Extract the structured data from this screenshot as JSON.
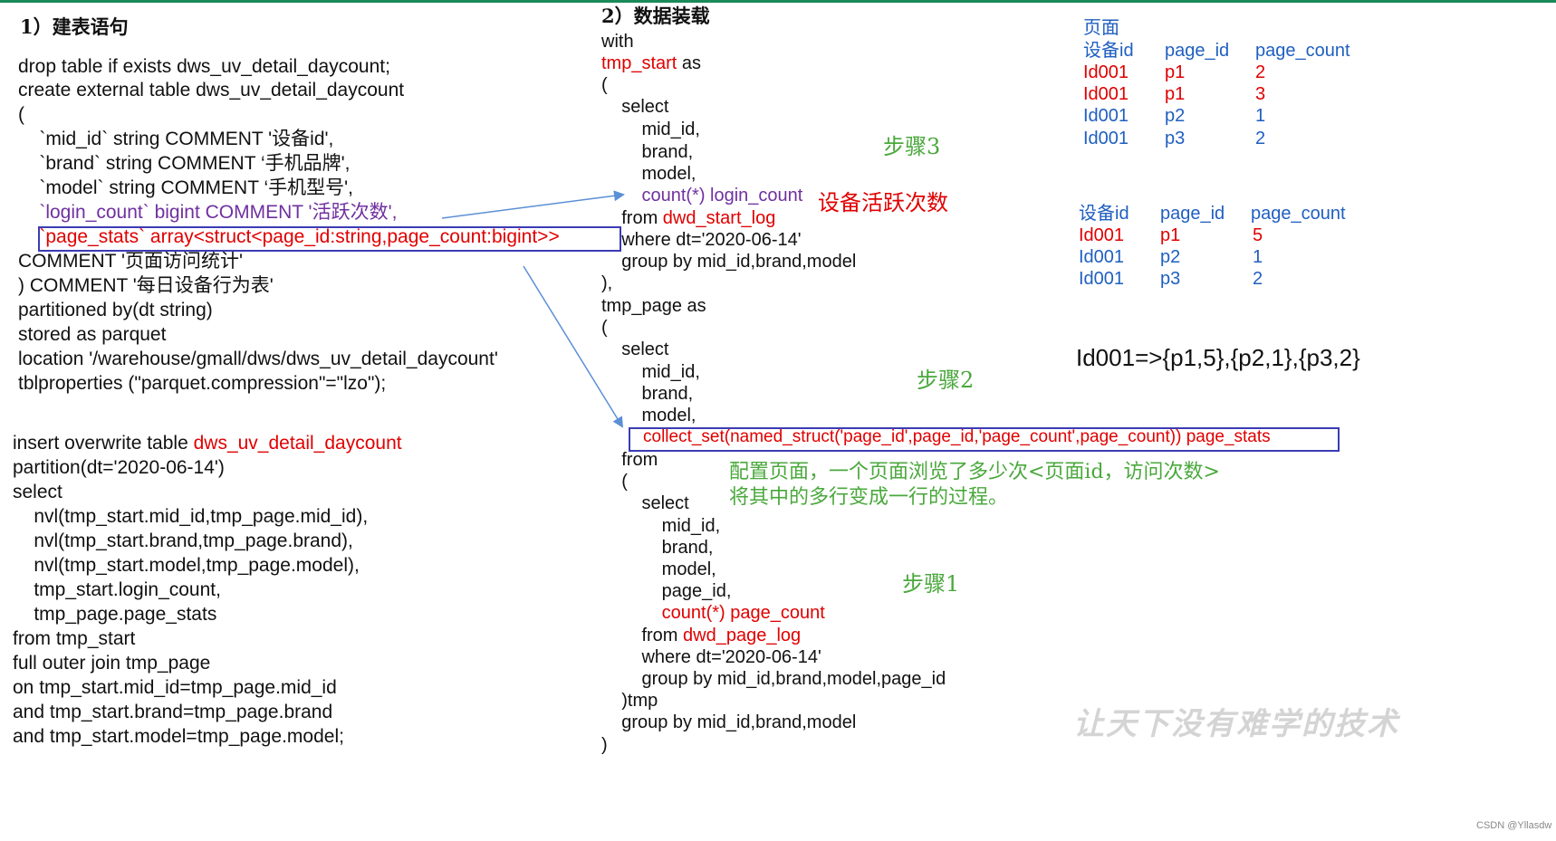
{
  "section1": {
    "heading": "1）建表语句",
    "create_lines": [
      "drop table if exists dws_uv_detail_daycount;",
      "create external table dws_uv_detail_daycount",
      "(",
      "    `mid_id` string COMMENT '设备id',",
      "    `brand` string COMMENT ‘手机品牌',",
      "    `model` string COMMENT ‘手机型号',",
      "    `login_count` bigint COMMENT '活跃次数',",
      "    `page_stats` array<struct<page_id:string,page_count:bigint>>",
      "COMMENT '页面访问统计'",
      ") COMMENT '每日设备行为表'",
      "partitioned by(dt string)",
      "stored as parquet",
      "location '/warehouse/gmall/dws/dws_uv_detail_daycount'",
      "tblproperties (\"parquet.compression\"=\"lzo\");"
    ],
    "insert_prefix": "insert overwrite table ",
    "insert_table": "dws_uv_detail_daycount",
    "insert_lines": [
      "partition(dt='2020-06-14')",
      "select",
      "    nvl(tmp_start.mid_id,tmp_page.mid_id),",
      "    nvl(tmp_start.brand,tmp_page.brand),",
      "    nvl(tmp_start.model,tmp_page.model),",
      "    tmp_start.login_count,",
      "    tmp_page.page_stats",
      "from tmp_start",
      "full outer join tmp_page",
      "on tmp_start.mid_id=tmp_page.mid_id",
      "and tmp_start.brand=tmp_page.brand",
      "and tmp_start.model=tmp_page.model;"
    ]
  },
  "section2": {
    "heading": "2）数据装载",
    "with": "with",
    "tmp_start": "tmp_start",
    "as": " as",
    "lp1": "(",
    "select1": "    select",
    "s1_fields": [
      "        mid_id,",
      "        brand,",
      "        model,"
    ],
    "count_fn": "        count(*) ",
    "login_count": "login_count",
    "from1": "    from ",
    "from1_table": "dwd_start_log",
    "where1": "    where dt='2020-06-14'",
    "group1": "    group by mid_id,brand,model",
    "close1": "),",
    "tmp_page_as": "tmp_page as",
    "lp2": "(",
    "select2": "    select",
    "s2_fields": [
      "        mid_id,",
      "        brand,",
      "        model,"
    ],
    "collect": "collect_set(named_struct('page_id',page_id,'page_count',page_count)) page_stats",
    "from2": "    from",
    "lp3": "    (",
    "select3": "        select",
    "s3_fields": [
      "            mid_id,",
      "            brand,",
      "            model,",
      "            page_id,"
    ],
    "count3": "            count(*) page_count",
    "from3": "        from ",
    "from3_table": "dwd_page_log",
    "where3": "        where dt='2020-06-14'",
    "group3": "        group by mid_id,brand,model,page_id",
    "tmp": "    )tmp",
    "group2": "    group by mid_id,brand,model",
    "close2": ")"
  },
  "annotations": {
    "step3": "步骤3",
    "step2": "步骤2",
    "step1": "步骤1",
    "device_active": "设备活跃次数",
    "explain_line1": "配置页面，一个页面浏览了多少次<页面id，访问次数>",
    "explain_line2": "将其中的多行变成一行的过程。"
  },
  "table1": {
    "title": "页面",
    "headers": [
      "设备id",
      "page_id",
      "page_count"
    ],
    "rows": [
      [
        "Id001",
        "p1",
        "2"
      ],
      [
        "Id001",
        "p1",
        "3"
      ],
      [
        "Id001",
        "p2",
        "1"
      ],
      [
        "Id001",
        "p3",
        "2"
      ]
    ]
  },
  "table2": {
    "headers": [
      "设备id",
      "page_id",
      "page_count"
    ],
    "rows": [
      [
        "Id001",
        "p1",
        "5"
      ],
      [
        "Id001",
        "p2",
        "1"
      ],
      [
        "Id001",
        "p3",
        "2"
      ]
    ]
  },
  "result": "Id001=>{p1,5},{p2,1},{p3,2}",
  "watermark": "让天下没有难学的技术",
  "credit": "CSDN @Yllasdw",
  "colors": {
    "highlight_red": "#e00000",
    "purple": "#7030a0",
    "blue": "#1f5fc0",
    "green": "#4aa83c",
    "box": "#3b3bb5",
    "topbar": "#1a8a5a"
  }
}
